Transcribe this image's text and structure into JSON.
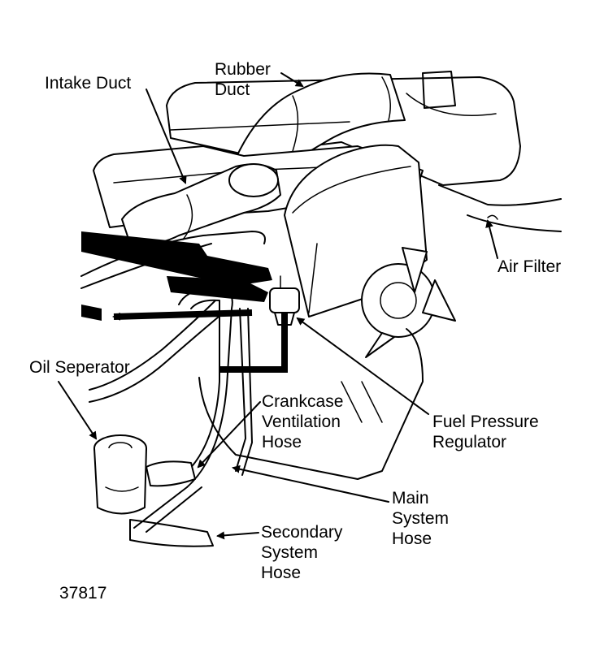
{
  "figure_id": "37817",
  "labels": {
    "rubber_duct": [
      "Rubber",
      "Duct"
    ],
    "intake_duct": "Intake Duct",
    "air_filter": "Air Filter",
    "oil_separator": "Oil Seperator",
    "crankcase_hose": [
      "Crankcase",
      "Ventilation",
      "Hose"
    ],
    "fuel_pressure_regulator": [
      "Fuel Pressure",
      "Regulator"
    ],
    "main_system_hose": [
      "Main",
      "System",
      "Hose"
    ],
    "secondary_system_hose": [
      "Secondary",
      "System",
      "Hose"
    ]
  },
  "colors": {
    "ink": "#000000",
    "paper": "#ffffff"
  }
}
